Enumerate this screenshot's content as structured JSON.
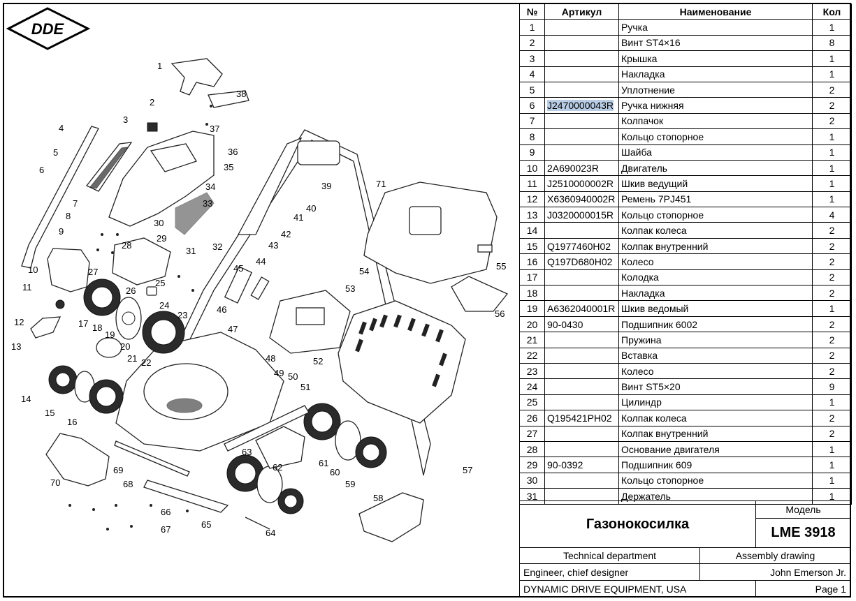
{
  "brand": {
    "logo_text": "DDE"
  },
  "table": {
    "headers": {
      "no": "№",
      "article": "Артикул",
      "name": "Наименование",
      "qty": "Кол"
    },
    "rows": [
      {
        "no": "1",
        "article": "",
        "name": "Ручка",
        "qty": "1"
      },
      {
        "no": "2",
        "article": "",
        "name": "Винт ST4×16",
        "qty": "8"
      },
      {
        "no": "3",
        "article": "",
        "name": "Крышка",
        "qty": "1"
      },
      {
        "no": "4",
        "article": "",
        "name": "Накладка",
        "qty": "1"
      },
      {
        "no": "5",
        "article": "",
        "name": "Уплотнение",
        "qty": "2"
      },
      {
        "no": "6",
        "article": "J2470000043R",
        "name": "Ручка нижняя",
        "qty": "2",
        "highlight": true
      },
      {
        "no": "7",
        "article": "",
        "name": "Колпачок",
        "qty": "2"
      },
      {
        "no": "8",
        "article": "",
        "name": "Кольцо стопорное",
        "qty": "1"
      },
      {
        "no": "9",
        "article": "",
        "name": "Шайба",
        "qty": "1"
      },
      {
        "no": "10",
        "article": "2A690023R",
        "name": "Двигатель",
        "qty": "1"
      },
      {
        "no": "11",
        "article": "J2510000002R",
        "name": "Шкив ведущий",
        "qty": "1"
      },
      {
        "no": "12",
        "article": "X6360940002R",
        "name": "Ремень 7PJ451",
        "qty": "1"
      },
      {
        "no": "13",
        "article": "J0320000015R",
        "name": "Кольцо стопорное",
        "qty": "4"
      },
      {
        "no": "14",
        "article": "",
        "name": "Колпак колеса",
        "qty": "2"
      },
      {
        "no": "15",
        "article": "Q1977460H02",
        "name": "Колпак внутренний",
        "qty": "2"
      },
      {
        "no": "16",
        "article": "Q197D680H02",
        "name": "Колесо",
        "qty": "2"
      },
      {
        "no": "17",
        "article": "",
        "name": "Колодка",
        "qty": "2"
      },
      {
        "no": "18",
        "article": "",
        "name": "Накладка",
        "qty": "2"
      },
      {
        "no": "19",
        "article": "A6362040001R",
        "name": "Шкив ведомый",
        "qty": "1"
      },
      {
        "no": "20",
        "article": "90-0430",
        "name": "Подшипник 6002",
        "qty": "2"
      },
      {
        "no": "21",
        "article": "",
        "name": "Пружина",
        "qty": "2"
      },
      {
        "no": "22",
        "article": "",
        "name": "Вставка",
        "qty": "2"
      },
      {
        "no": "23",
        "article": "",
        "name": "Колесо",
        "qty": "2"
      },
      {
        "no": "24",
        "article": "",
        "name": "Винт ST5×20",
        "qty": "9"
      },
      {
        "no": "25",
        "article": "",
        "name": "Цилиндр",
        "qty": "1"
      },
      {
        "no": "26",
        "article": "Q195421PH02",
        "name": "Колпак колеса",
        "qty": "2"
      },
      {
        "no": "27",
        "article": "",
        "name": "Колпак внутренний",
        "qty": "2"
      },
      {
        "no": "28",
        "article": "",
        "name": "Основание двигателя",
        "qty": "1"
      },
      {
        "no": "29",
        "article": "90-0392",
        "name": "Подшипник 609",
        "qty": "1"
      },
      {
        "no": "30",
        "article": "",
        "name": "Кольцо стопорное",
        "qty": "1"
      },
      {
        "no": "31",
        "article": "",
        "name": "Держатель",
        "qty": "1"
      }
    ]
  },
  "title_block": {
    "product": "Газонокосилка",
    "model_label": "Модель",
    "model": "LME 3918",
    "department": "Technical department",
    "drawing_type": "Assembly drawing",
    "role": "Engineer, chief designer",
    "person": "John Emerson Jr.",
    "company": "DYNAMIC DRIVE EQUIPMENT, USA",
    "page": "Page 1"
  },
  "callouts": [
    "1",
    "2",
    "3",
    "4",
    "5",
    "6",
    "7",
    "8",
    "9",
    "10",
    "11",
    "12",
    "13",
    "14",
    "15",
    "16",
    "17",
    "18",
    "19",
    "20",
    "21",
    "22",
    "23",
    "24",
    "25",
    "26",
    "27",
    "28",
    "29",
    "30",
    "31",
    "32",
    "33",
    "34",
    "35",
    "36",
    "37",
    "38",
    "39",
    "40",
    "41",
    "42",
    "43",
    "44",
    "45",
    "46",
    "47",
    "48",
    "49",
    "50",
    "51",
    "52",
    "53",
    "54",
    "55",
    "56",
    "57",
    "58",
    "59",
    "60",
    "61",
    "62",
    "63",
    "64",
    "65",
    "66",
    "67",
    "68",
    "69",
    "70",
    "71"
  ]
}
